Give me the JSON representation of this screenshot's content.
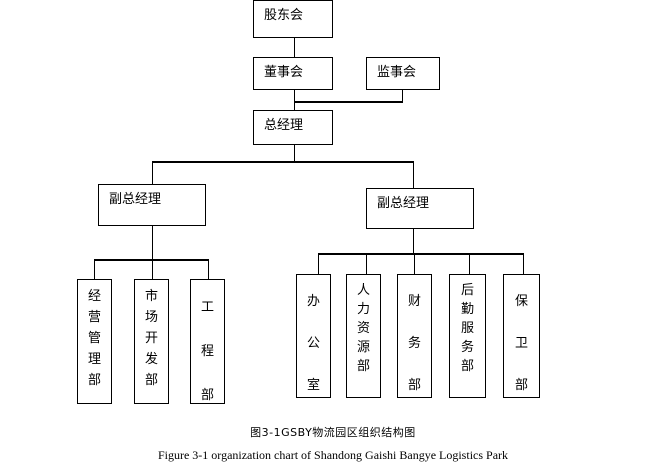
{
  "org_chart": {
    "top": "股东会",
    "board": "董事会",
    "supervisory_board": "监事会",
    "general_manager": "总经理",
    "deputy_gm_left": "副总经理",
    "deputy_gm_right": "副总经理",
    "left_departments": [
      "经营管理部",
      "市场开发部",
      "工程部"
    ],
    "right_departments": [
      "办公室",
      "人力资源部",
      "财务部",
      "后勤服务部",
      "保卫部"
    ]
  },
  "caption": {
    "chinese": "图3-1GSBY物流园区组织结构图",
    "english": "Figure 3-1 organization chart of Shandong Gaishi Bangye Logistics Park"
  }
}
